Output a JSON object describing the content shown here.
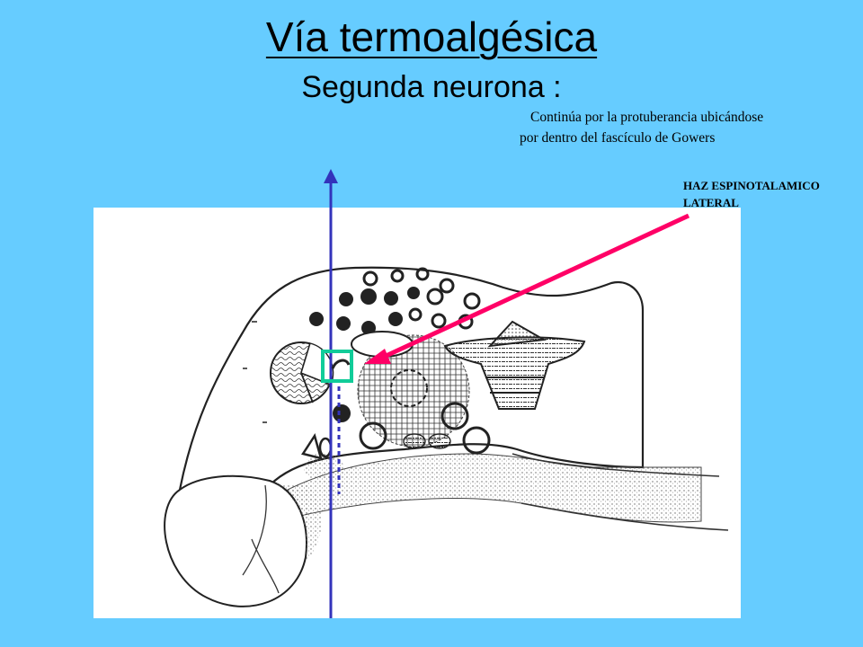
{
  "slide": {
    "title": "Vía termoalgésica",
    "subtitle": "Segunda neurona :",
    "caption_line1": "Continúa por la protuberancia ubicándose",
    "caption_line2": "por dentro del fascículo de Gowers"
  },
  "diagram": {
    "label_line1": "HAZ ESPINOTALAMICO",
    "label_line2": "LATERAL",
    "colors": {
      "background": "#66ccff",
      "vertical_arrow": "#3333bb",
      "pointer_arrow": "#ff0066",
      "highlight_box": "#11cc99",
      "drawing_ink": "#222222",
      "panel": "#ffffff"
    }
  }
}
